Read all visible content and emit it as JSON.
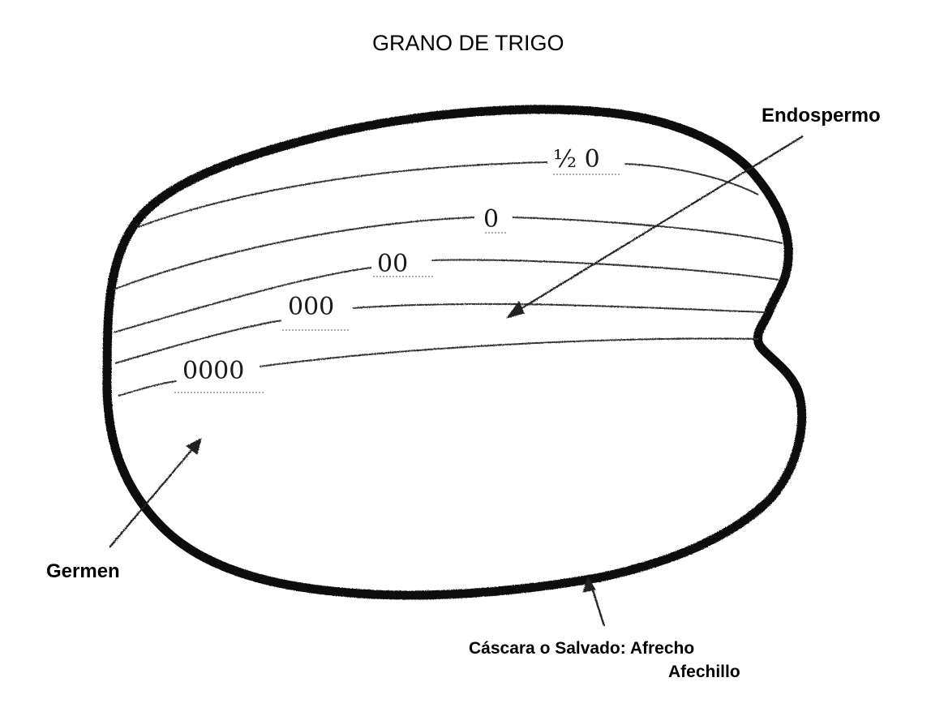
{
  "title": "GRANO DE TRIGO",
  "labels": {
    "endospermo": "Endospermo",
    "germen": "Germen",
    "cascara_line1": "Cáscara o Salvado: Afrecho",
    "cascara_line2": "Afechillo"
  },
  "flour_grades": [
    {
      "id": "half-zero",
      "label": "½ 0"
    },
    {
      "id": "zero",
      "label": "0"
    },
    {
      "id": "double-zero",
      "label": "00"
    },
    {
      "id": "triple-zero",
      "label": "000"
    },
    {
      "id": "quadruple-zero",
      "label": "0000"
    }
  ],
  "colors": {
    "outline": "#111111",
    "lines": "#333333",
    "background": "#ffffff"
  }
}
